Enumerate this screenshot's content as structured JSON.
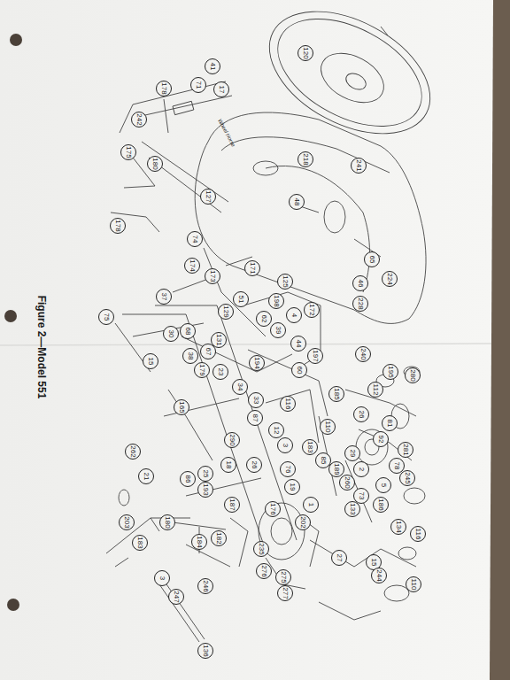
{
  "diagram": {
    "caption": "Figure 2—Model 551",
    "labels": [
      "120",
      "41",
      "71",
      "17",
      "178",
      "242",
      "175",
      "180",
      "218",
      "241",
      "48",
      "127",
      "178",
      "74",
      "174",
      "173",
      "171",
      "37",
      "75",
      "125",
      "46",
      "65",
      "224",
      "228",
      "51",
      "129",
      "198",
      "172",
      "4",
      "62",
      "39",
      "44",
      "68",
      "30",
      "131",
      "38",
      "15",
      "67",
      "179",
      "23",
      "194",
      "60",
      "197",
      "240",
      "195",
      "280",
      "112",
      "185",
      "34",
      "33",
      "116",
      "165",
      "26",
      "81",
      "92",
      "110",
      "87",
      "12",
      "3",
      "290",
      "281",
      "78",
      "183",
      "85",
      "29",
      "189",
      "260",
      "2",
      "73",
      "5",
      "245",
      "133",
      "186",
      "134",
      "262",
      "21",
      "18",
      "26",
      "76",
      "19",
      "86",
      "25",
      "193",
      "187",
      "176",
      "1",
      "202",
      "180",
      "203",
      "182",
      "184",
      "183",
      "235",
      "27",
      "15",
      "244",
      "116",
      "110",
      "276",
      "275",
      "277",
      "3",
      "247",
      "246",
      "136",
      "Wheel Horse"
    ]
  }
}
